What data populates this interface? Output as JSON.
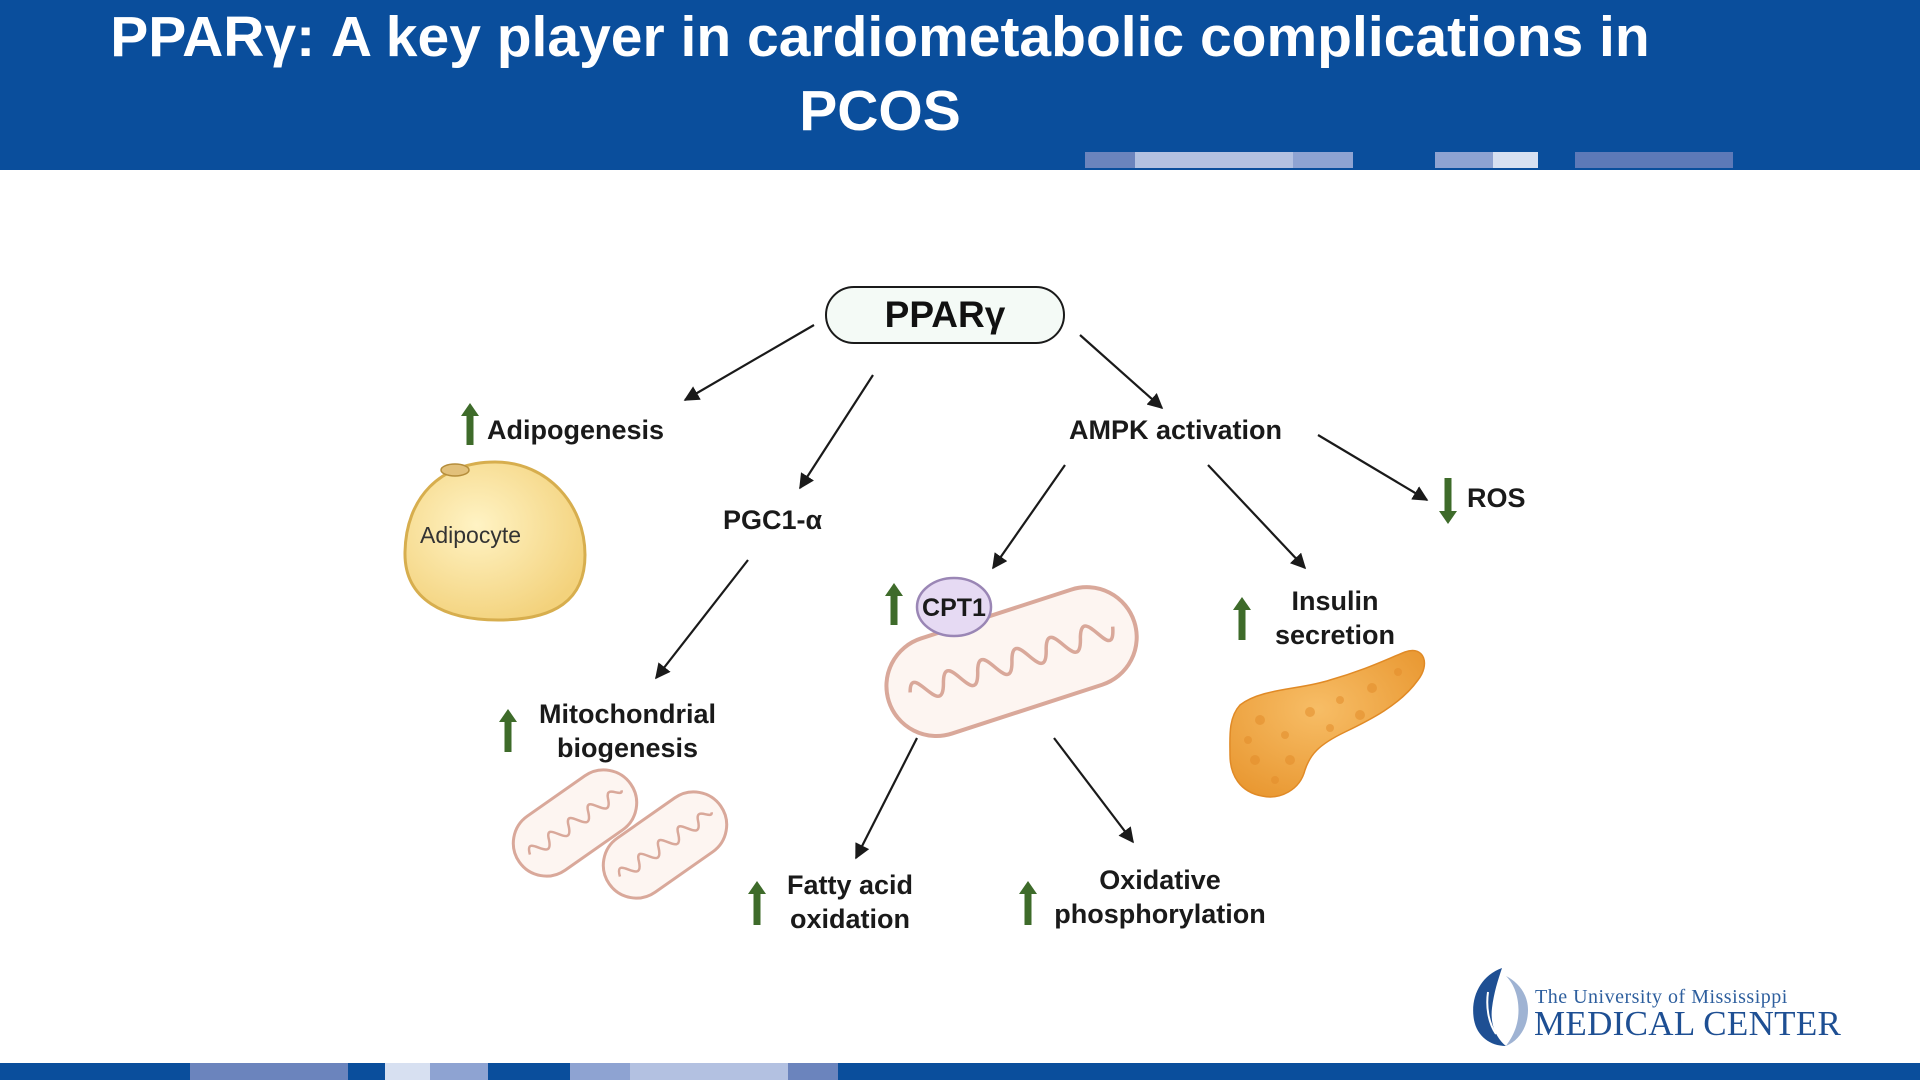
{
  "slide": {
    "title": "PPARγ: A key player in cardiometabolic complications in PCOS"
  },
  "diagram": {
    "root": "PPARγ",
    "nodes": {
      "adipogenesis": "Adipogenesis",
      "adipocyte": "Adipocyte",
      "pgc1a": "PGC1-α",
      "mito_biogenesis": "Mitochondrial biogenesis",
      "ampk": "AMPK activation",
      "cpt1": "CPT1",
      "ros": "ROS",
      "insulin": "Insulin secretion",
      "fao": "Fatty acid oxidation",
      "oxphos": "Oxidative phosphorylation"
    },
    "regulation": {
      "adipogenesis": "up",
      "mito_biogenesis": "up",
      "cpt1": "up",
      "ros": "down",
      "insulin": "up",
      "fao": "up",
      "oxphos": "up"
    },
    "colors": {
      "up_arrow": "#3e6b2a",
      "adipocyte_fill": "#f8dd8f",
      "cpt1_fill": "#e6daf3",
      "mito_stroke": "#d9a89a",
      "pancreas_fill": "#f2ab4c"
    }
  },
  "branding": {
    "logo_line1": "The University of Mississippi",
    "logo_line2": "MEDICAL CENTER",
    "header_color": "#0a4e9c"
  }
}
